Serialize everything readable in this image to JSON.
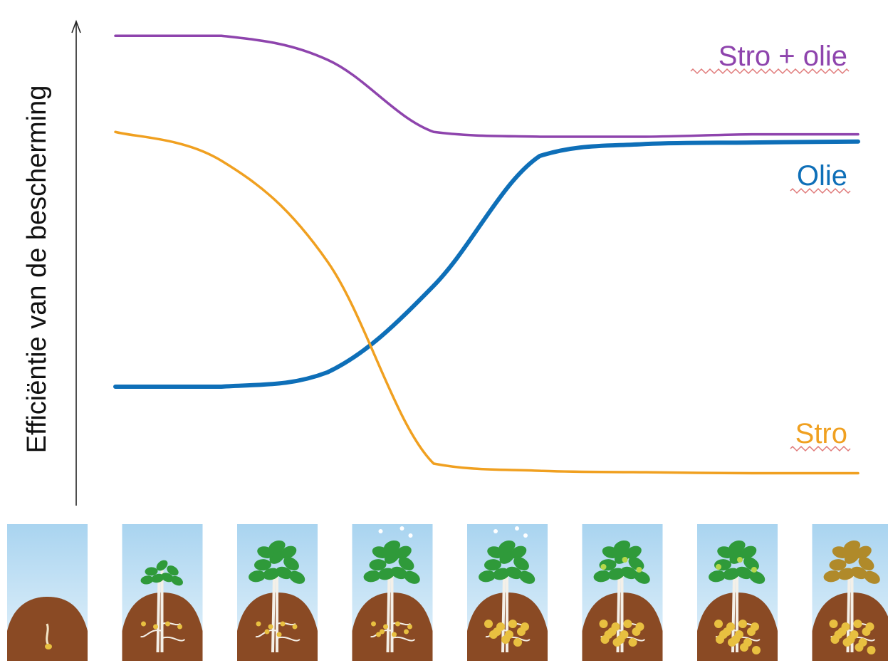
{
  "chart_data": {
    "type": "line",
    "ylabel": "Efficiëntie van de bescherming",
    "xlabel": "",
    "ylim": [
      0,
      1
    ],
    "x": [
      0,
      1,
      2,
      3,
      4,
      5,
      6,
      7
    ],
    "series": [
      {
        "name": "Stro + olie",
        "color": "#8e44ad",
        "values": [
          0.97,
          0.97,
          0.92,
          0.77,
          0.76,
          0.76,
          0.765,
          0.765
        ]
      },
      {
        "name": "Olie",
        "color": "#0e6fb8",
        "values": [
          0.24,
          0.24,
          0.27,
          0.45,
          0.72,
          0.745,
          0.748,
          0.75
        ]
      },
      {
        "name": "Stro",
        "color": "#f0a020",
        "values": [
          0.77,
          0.71,
          0.5,
          0.08,
          0.065,
          0.062,
          0.06,
          0.06
        ]
      }
    ],
    "legend": "inline-right",
    "grid": false
  },
  "stages": {
    "count": 8,
    "sky_color": "#a9d4f0",
    "soil_color": "#8a4a24",
    "foliage_color": "#2f9a3a",
    "senescent_color": "#b08a2a",
    "tuber_color": "#e8c040"
  }
}
